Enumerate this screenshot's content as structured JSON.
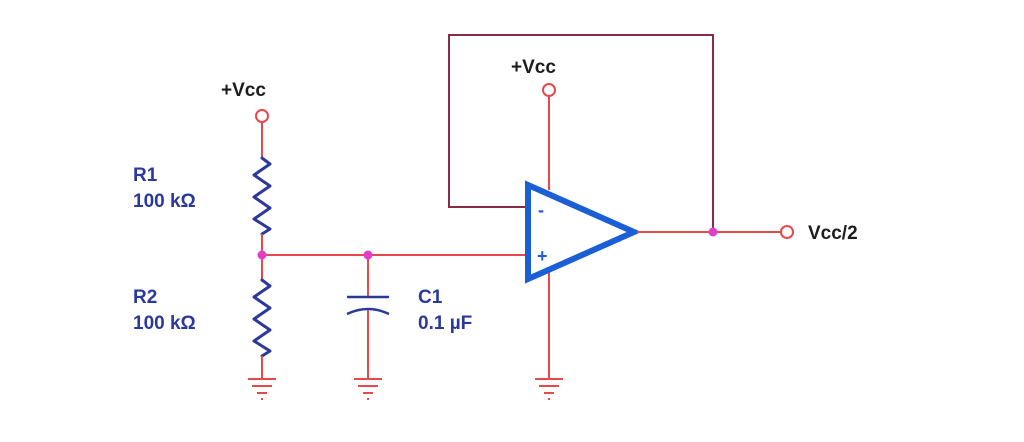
{
  "supply_left": {
    "label": "+Vcc"
  },
  "supply_top": {
    "label": "+Vcc"
  },
  "output": {
    "label": "Vcc/2"
  },
  "r1": {
    "name": "R1",
    "value": "100 kΩ"
  },
  "r2": {
    "name": "R2",
    "value": "100 kΩ"
  },
  "c1": {
    "name": "C1",
    "value": "0.1 µF"
  },
  "opamp": {
    "inverting_sign": "-",
    "noninverting_sign": "+"
  },
  "colors": {
    "wire": "#e8484c",
    "feedback_wire": "#8a2a44",
    "component": "#2b3a9a",
    "opamp": "#1a5fd6",
    "junction": "#e040c8"
  }
}
